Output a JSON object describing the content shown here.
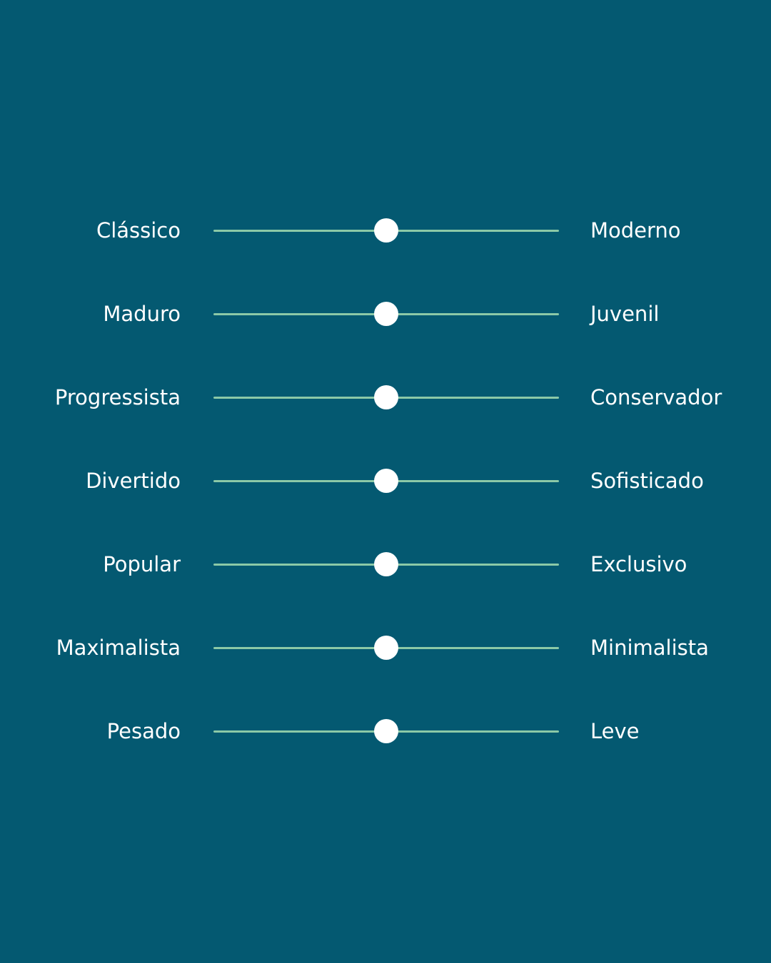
{
  "colors": {
    "background": "#045971",
    "track": "#8cc9a7",
    "thumb": "#ffffff",
    "text": "#ffffff"
  },
  "scales": [
    {
      "left_label": "Clássico",
      "right_label": "Moderno",
      "value": 0.5
    },
    {
      "left_label": "Maduro",
      "right_label": "Juvenil",
      "value": 0.5
    },
    {
      "left_label": "Progressista",
      "right_label": "Conservador",
      "value": 0.5
    },
    {
      "left_label": "Divertido",
      "right_label": "Sofisticado",
      "value": 0.5
    },
    {
      "left_label": "Popular",
      "right_label": "Exclusivo",
      "value": 0.5
    },
    {
      "left_label": "Maximalista",
      "right_label": "Minimalista",
      "value": 0.5
    },
    {
      "left_label": "Pesado",
      "right_label": "Leve",
      "value": 0.5
    }
  ]
}
